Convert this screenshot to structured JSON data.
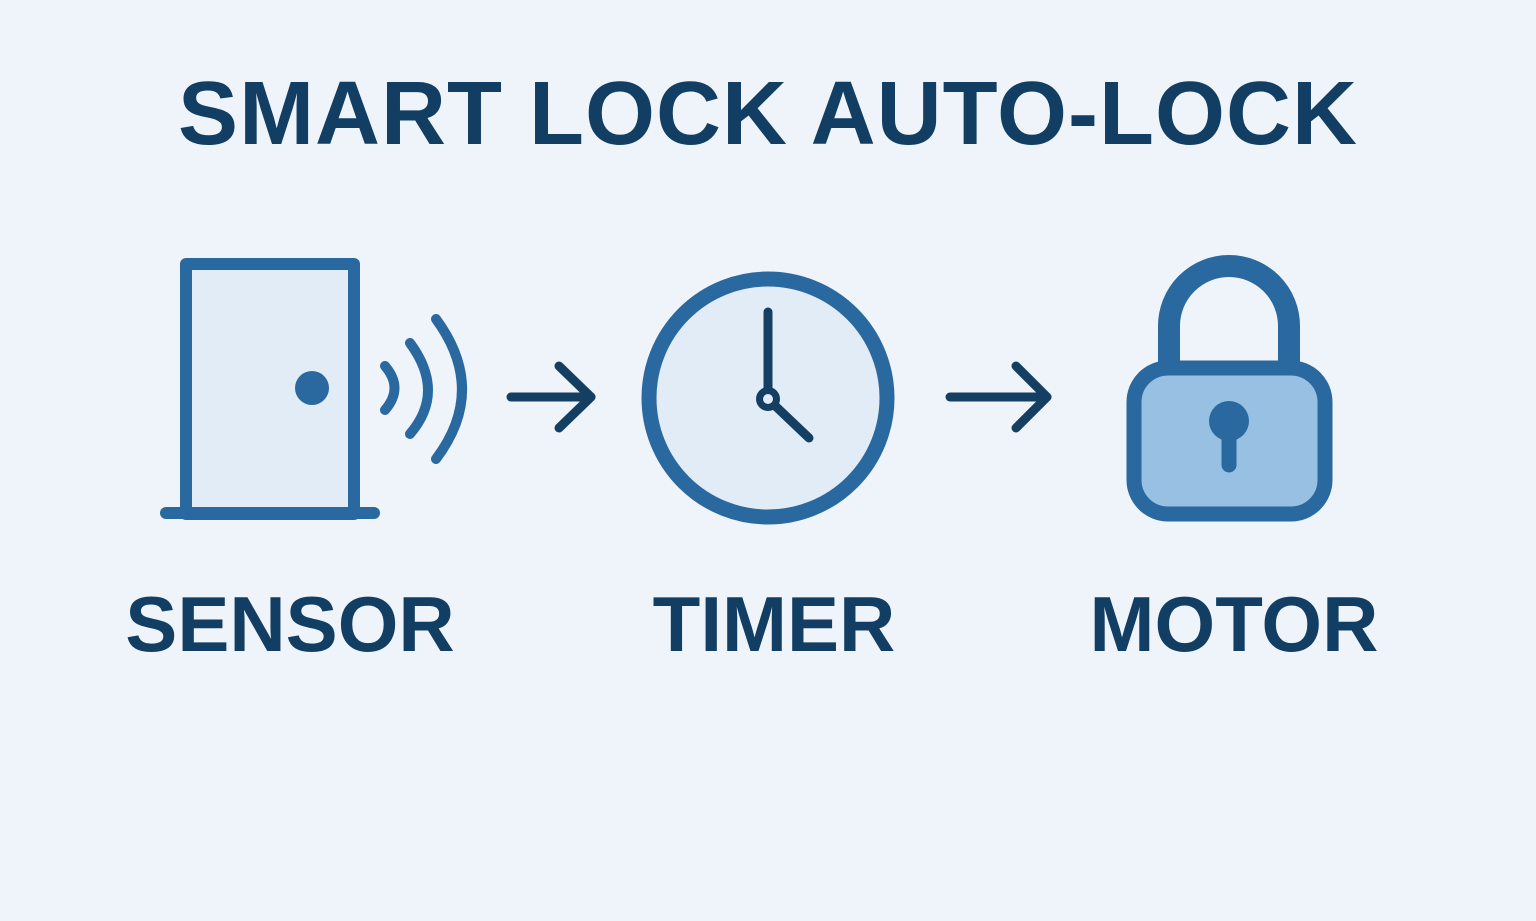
{
  "title": "SMART LOCK AUTO-LOCK",
  "colors": {
    "background": "#eef4f9",
    "text": "#133e63",
    "stroke": "#2a68a0",
    "dark_stroke": "#143f63",
    "light_fill": "#e1ecf6",
    "lock_fill": "#97c0e2"
  },
  "steps": [
    {
      "label": "SENSOR",
      "icon": "door-sensor-icon"
    },
    {
      "label": "TIMER",
      "icon": "clock-icon"
    },
    {
      "label": "MOTOR",
      "icon": "padlock-icon"
    }
  ],
  "arrows": [
    {
      "from": "SENSOR",
      "to": "TIMER",
      "icon": "arrow-right-icon"
    },
    {
      "from": "TIMER",
      "to": "MOTOR",
      "icon": "arrow-right-icon"
    }
  ]
}
